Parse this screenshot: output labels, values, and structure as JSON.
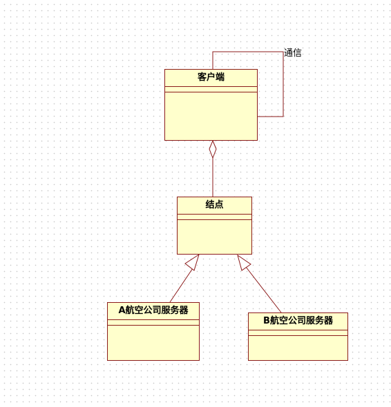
{
  "diagram": {
    "classes": {
      "client": {
        "name": "客户端"
      },
      "node": {
        "name": "结点"
      },
      "server_a": {
        "name": "A航空公司服务器"
      },
      "server_b": {
        "name": "B航空公司服务器"
      }
    },
    "relations": {
      "self_association_label": "通信",
      "aggregation": "client-aggregates-node",
      "generalizations": [
        "server_a-extends-node",
        "server_b-extends-node"
      ]
    },
    "colors": {
      "class_fill": "#ffffcc",
      "line": "#8b1a1a",
      "grid_dot": "#c8c8c8"
    }
  }
}
